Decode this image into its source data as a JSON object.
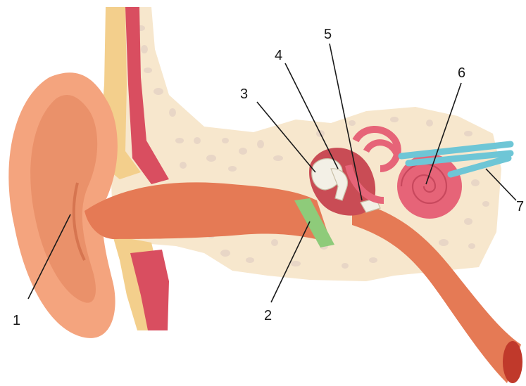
{
  "labels": {
    "l1": "1",
    "l2": "2",
    "l3": "3",
    "l4": "4",
    "l5": "5",
    "l6": "6",
    "l7": "7"
  },
  "colors": {
    "skin": "#f4a47e",
    "skin_dark": "#e2825a",
    "canal": "#e57a55",
    "bone": "#f7e7cd",
    "bone_holes": "#e8d6c6",
    "muscle": "#d94e60",
    "fat": "#f3cf8c",
    "eardrum": "#8ecb7a",
    "ossicles": "#f3f0e6",
    "cochlea": "#e66478",
    "nerve": "#6ec6d6",
    "leader_line": "#1a1a1a"
  }
}
